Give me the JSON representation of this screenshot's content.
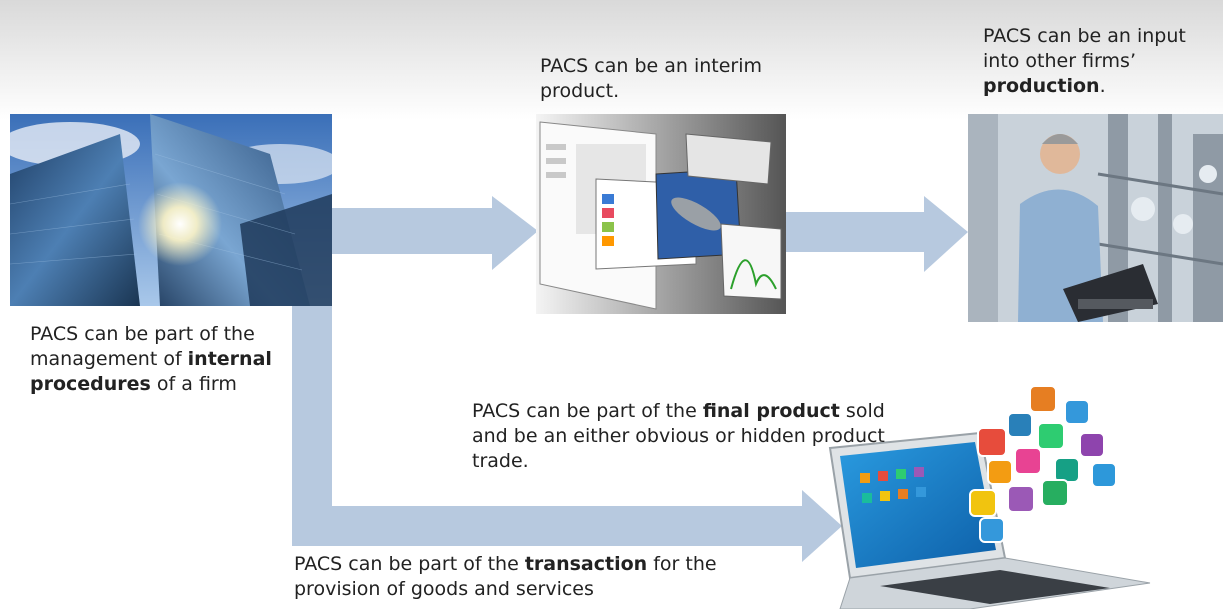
{
  "captions": {
    "internal": {
      "pre": "PACS can be part of the management of ",
      "bold": "internal procedures",
      "post": " of a firm"
    },
    "interim": {
      "pre": "PACS can be an interim product.",
      "bold": "",
      "post": ""
    },
    "production": {
      "pre": "PACS can be an input into other firms’ ",
      "bold": "production",
      "post": "."
    },
    "final_product": {
      "pre": "PACS can be part of the ",
      "bold": "final product",
      "post": " sold and be an either obvious or hidden product trade."
    },
    "transaction": {
      "pre": "PACS can be part of the ",
      "bold": "transaction",
      "post": " for the provision of goods and services"
    }
  },
  "colors": {
    "arrow": "#b7c9df",
    "band": "#dcdcdc"
  }
}
